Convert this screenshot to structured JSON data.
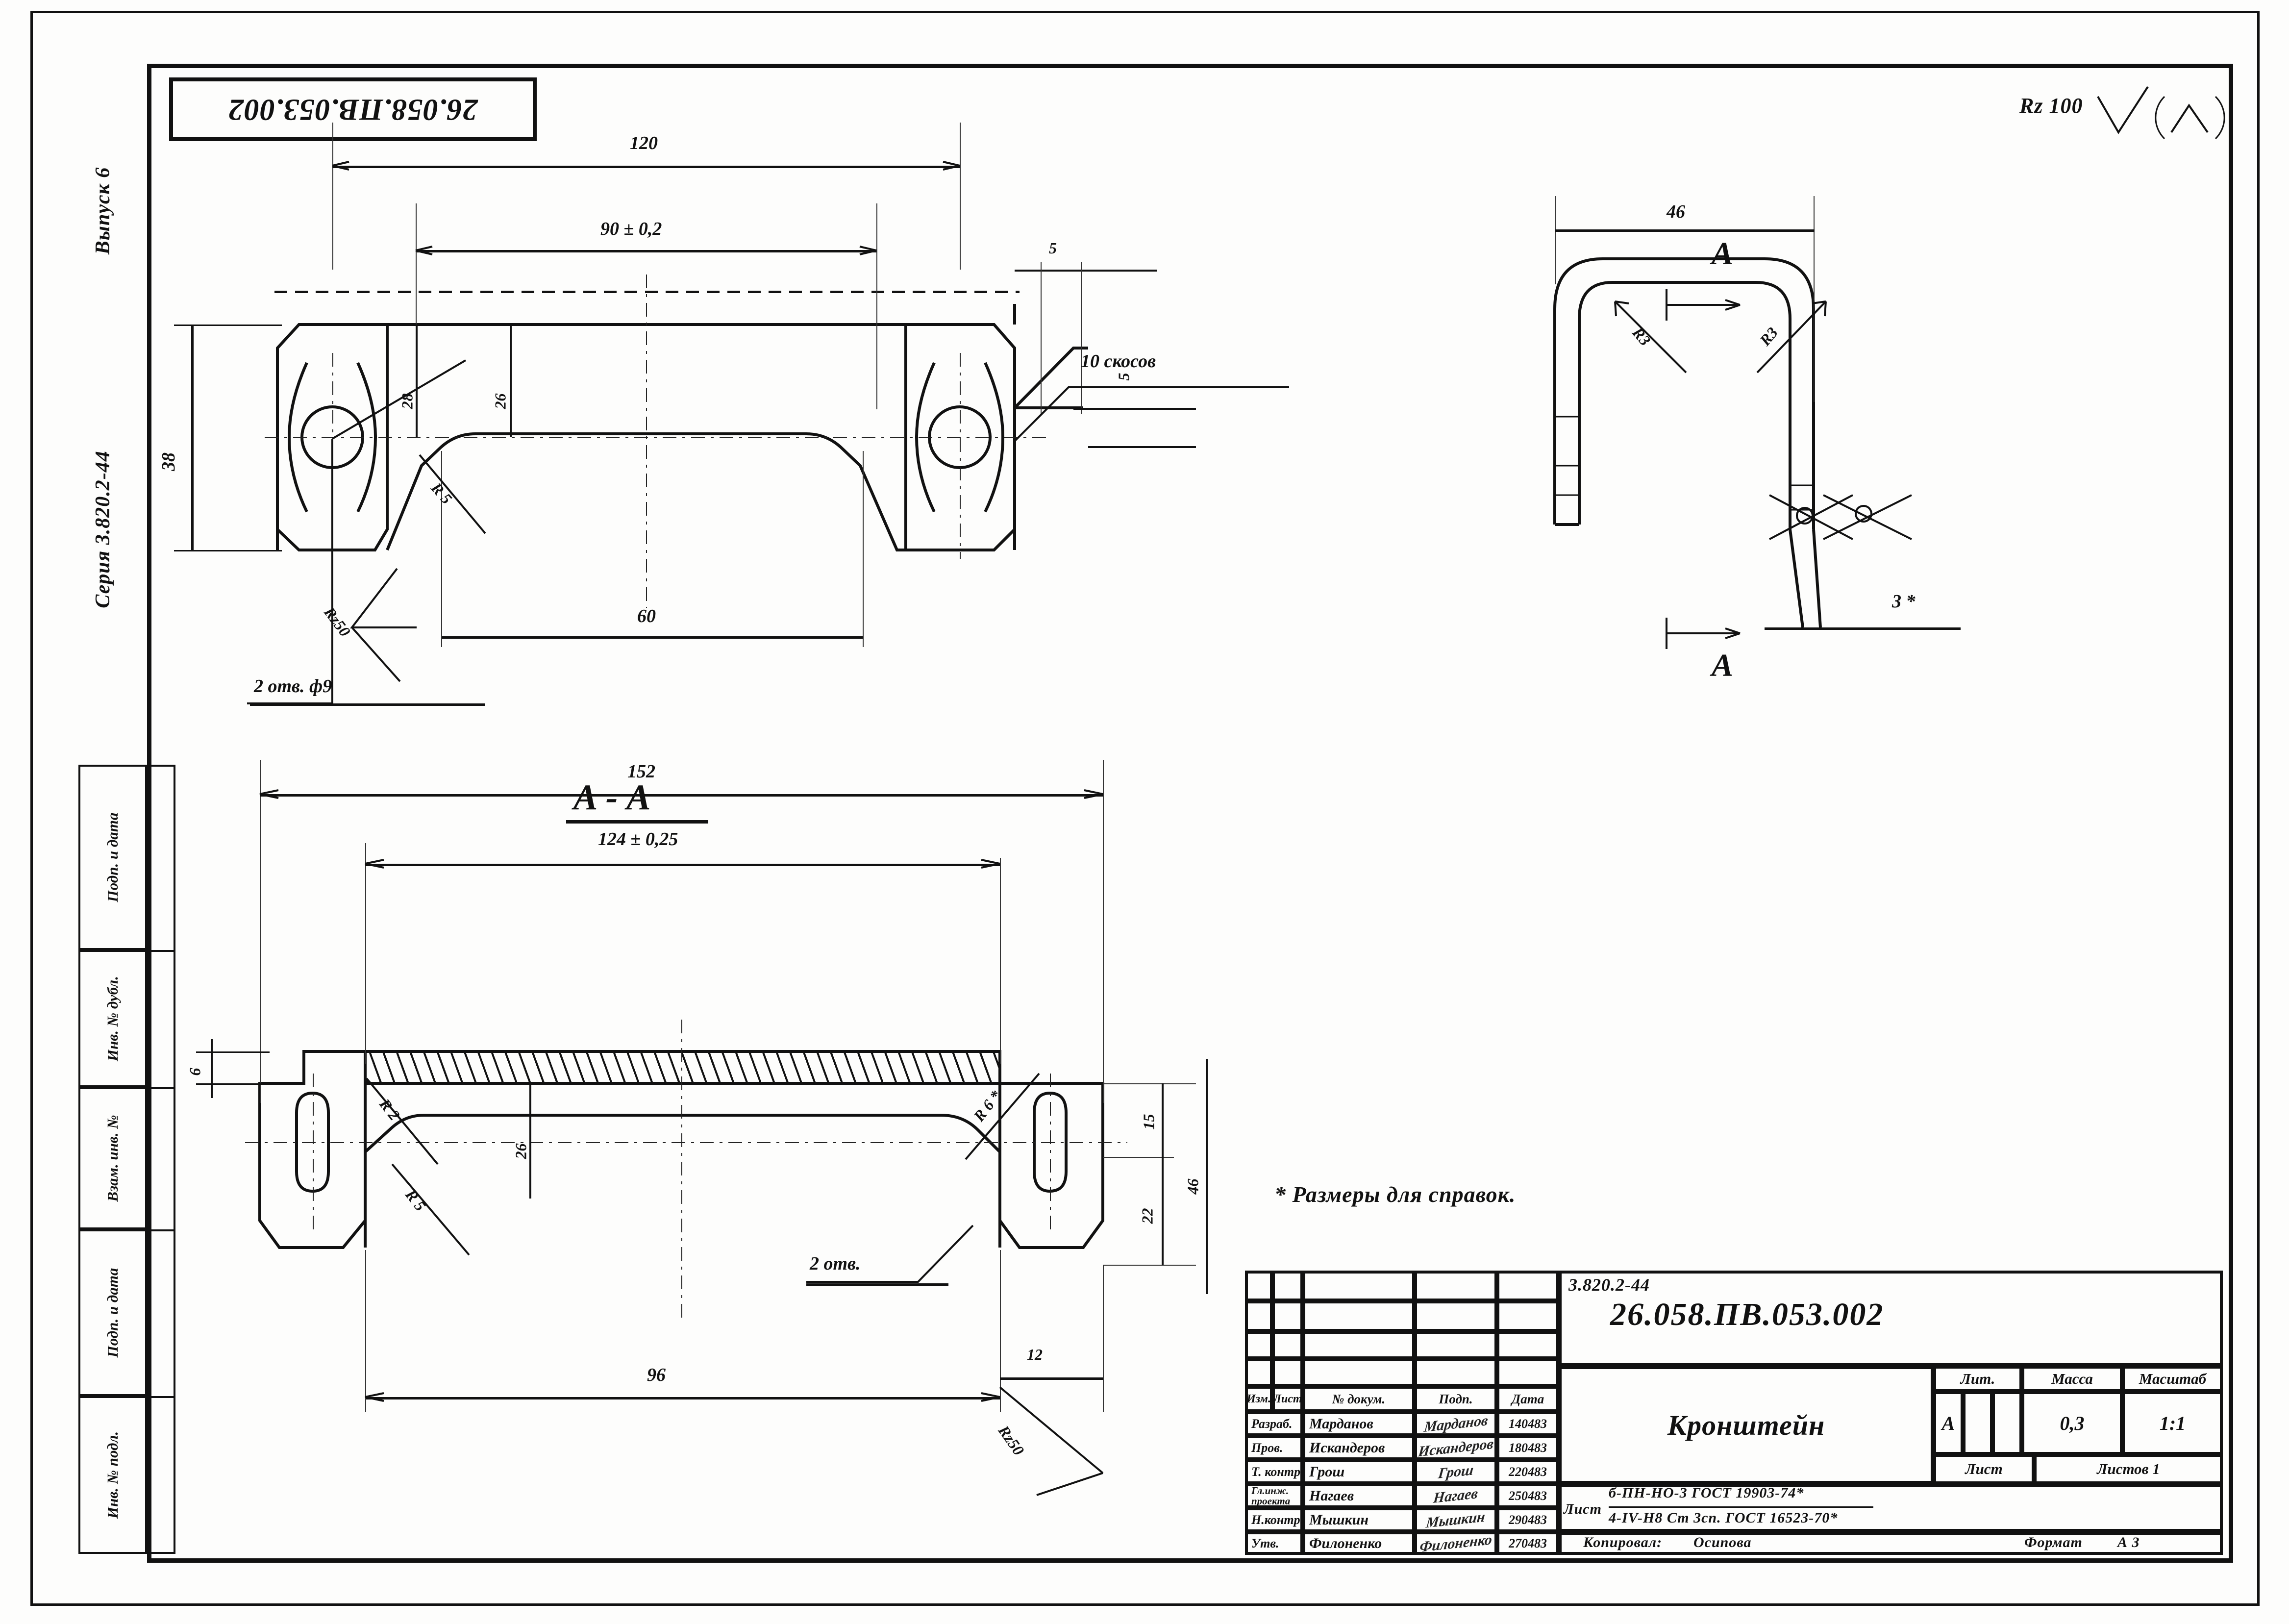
{
  "sheet": {
    "top_code_box": "26.058.ПВ.053.002",
    "surface_finish": {
      "value": "Rz 100",
      "bracket": "( )"
    },
    "left_margin": {
      "issue": "Выпуск 6",
      "series": "Серия 3.820.2-44"
    },
    "margin_blocks": [
      "Подп. и дата",
      "Инв. № дубл.",
      "Взам. инв. №",
      "Подп. и дата",
      "Инв. № подл."
    ],
    "note": "* Размеры для справок."
  },
  "views": {
    "top_view": {
      "dims": {
        "overall": "120",
        "hole_spacing": "90 ± 0,2",
        "height": "38",
        "tab_h": "28",
        "mid_h": "26",
        "center_w": "60",
        "chamfer_a": "5",
        "chamfer_b": "5",
        "bevel_note": "10 скосов",
        "fillet": "R 5",
        "corner_rough": "Rz50",
        "holes": "2 отв. ф9"
      }
    },
    "section_aa": {
      "title": "A - A",
      "dims": {
        "overall": "152",
        "slot_spacing": "124 ± 0,25",
        "thickness": "6",
        "mid_h": "26",
        "leg_h": "22",
        "top_h": "15",
        "total_h": "46",
        "center_w": "96",
        "edge_w": "12",
        "fillet_r2": "R 2",
        "fillet_r5": "R 5",
        "fillet_r6": "R 6 *",
        "slots": "2 отв.",
        "corner_rough": "Rz50"
      }
    },
    "right_view": {
      "section_letter": "A",
      "dims": {
        "width": "46",
        "radius_left": "R3",
        "radius_right": "R3",
        "angle": "3 *"
      }
    }
  },
  "title_block": {
    "rev_headers": [
      "Изм.",
      "Лист",
      "№ докум.",
      "Подп.",
      "Дата"
    ],
    "roles": [
      {
        "role": "Разраб.",
        "name": "Марданов",
        "sign": "Марданов",
        "date": "140483"
      },
      {
        "role": "Пров.",
        "name": "Искандеров",
        "sign": "Искандеров",
        "date": "180483"
      },
      {
        "role": "Т. контр.",
        "name": "Грош",
        "sign": "Грош",
        "date": "220483"
      },
      {
        "role": "Гл.инж.\nпроекта",
        "name": "Нагаев",
        "sign": "Нагаев",
        "date": "250483"
      },
      {
        "role": "Н.контр.",
        "name": "Мышкин",
        "sign": "Мышкин",
        "date": "290483"
      },
      {
        "role": "Утв.",
        "name": "Филоненко",
        "sign": "Филоненко",
        "date": "270483"
      }
    ],
    "series_code": "3.820.2-44",
    "drawing_number": "26.058.ПВ.053.002",
    "part_name": "Кронштейн",
    "lit_label": "Лит.",
    "lit_value": "A",
    "mass_label": "Масса",
    "mass_value": "0,3",
    "scale_label": "Масштаб",
    "scale_value": "1:1",
    "sheet_label": "Лист",
    "sheets_label": "Листов 1",
    "material_label": "Лист",
    "material_top": "б-ПН-НО-3 ГОСТ 19903-74*",
    "material_bottom": "4-IV-Н8 Ст 3сп. ГОСТ 16523-70*",
    "copied_label": "Копировал:",
    "copied_by": "Осипова",
    "format_label": "Формат",
    "format_value": "А 3"
  }
}
